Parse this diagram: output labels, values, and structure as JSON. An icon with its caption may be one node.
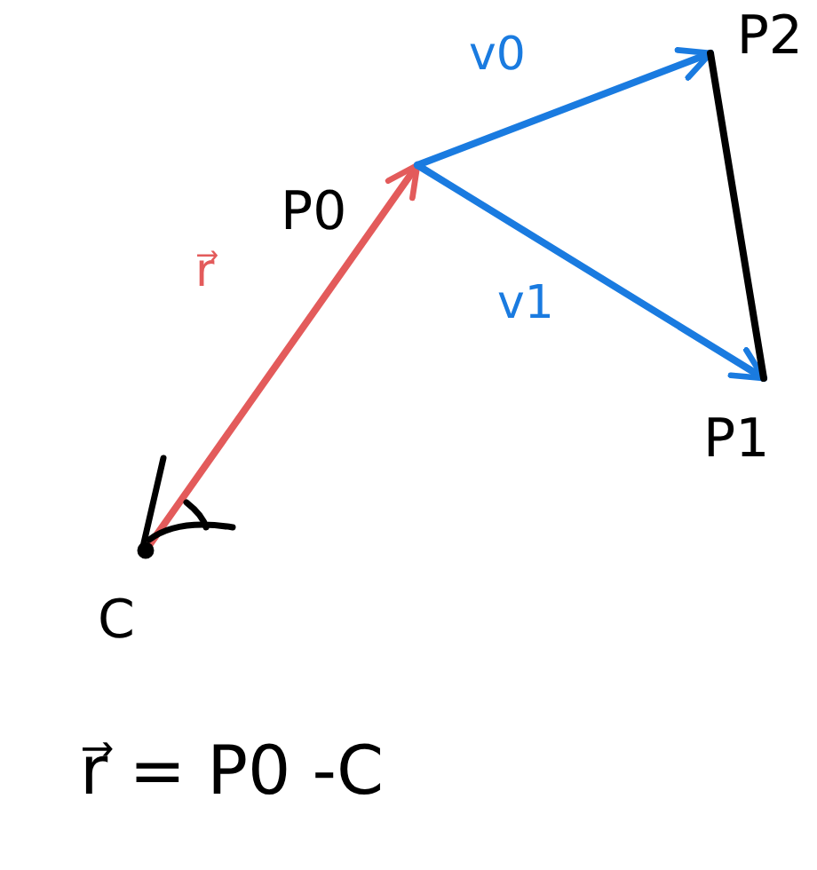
{
  "diagram": {
    "nodes": [
      {
        "text": [
          "C"
        ]
      },
      {
        "text": [
          "P0"
        ]
      },
      {
        "text": [
          "P1"
        ]
      },
      {
        "text": [
          "P2"
        ]
      }
    ],
    "edges": [
      {
        "from": 0,
        "to": 1,
        "arrow": "to",
        "label": "r⃗",
        "color": "#e35b5b"
      },
      {
        "from": 1,
        "to": 3,
        "arrow": "to",
        "label": "v0"
      },
      {
        "from": 1,
        "to": 2,
        "arrow": "to",
        "label": "v1"
      },
      {
        "from": 3,
        "to": 2,
        "arrow": "none",
        "color": "#000000"
      }
    ],
    "labels": [
      "r⃗ = P0 -C"
    ]
  }
}
